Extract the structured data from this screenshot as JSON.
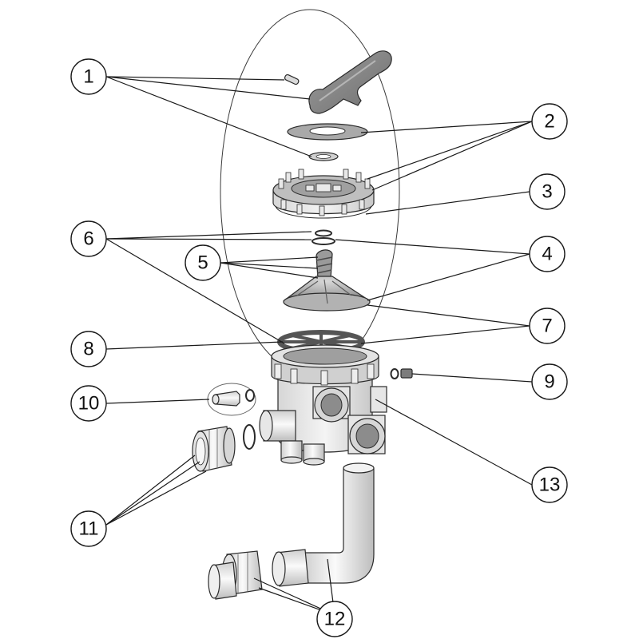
{
  "callouts": [
    {
      "id": "1",
      "label": "1"
    },
    {
      "id": "2",
      "label": "2"
    },
    {
      "id": "3",
      "label": "3"
    },
    {
      "id": "4",
      "label": "4"
    },
    {
      "id": "5",
      "label": "5"
    },
    {
      "id": "6",
      "label": "6"
    },
    {
      "id": "7",
      "label": "7"
    },
    {
      "id": "8",
      "label": "8"
    },
    {
      "id": "9",
      "label": "9"
    },
    {
      "id": "10",
      "label": "10"
    },
    {
      "id": "11",
      "label": "11"
    },
    {
      "id": "12",
      "label": "12"
    },
    {
      "id": "13",
      "label": "13"
    }
  ],
  "colors": {
    "part_light": "#e3e3e3",
    "part_mid": "#c4c4c4",
    "part_dark": "#8a8a8a",
    "outline": "#2b2b2b"
  }
}
